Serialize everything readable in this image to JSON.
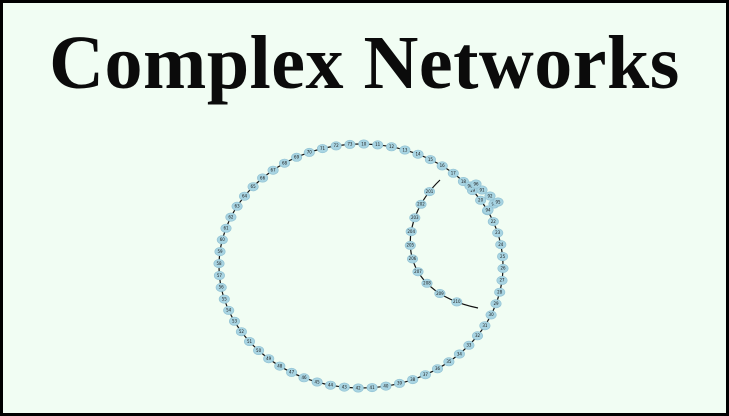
{
  "title": "Complex Networks",
  "colors": {
    "background": "#f1fdf3",
    "border": "#000000",
    "node_fill": "#a8d4e2",
    "edge": "#111111"
  },
  "network": {
    "ring_node_count": 64,
    "chord_node_count": 10
  }
}
